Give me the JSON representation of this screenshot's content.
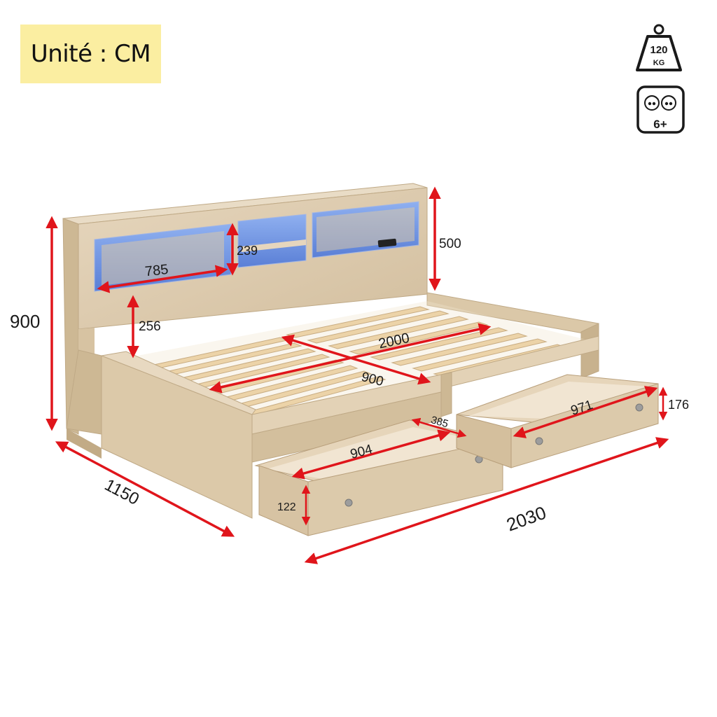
{
  "unit_label": "Unité : CM",
  "badges": {
    "weight_value": "120",
    "weight_unit": "KG",
    "age": "6+",
    "weight_icon": "weight-icon",
    "children_icon": "children-icon"
  },
  "dimensions": {
    "overall_height": "900",
    "overall_depth": "1150",
    "overall_length": "2030",
    "headboard_height": "500",
    "shelf_width": "785",
    "shelf_height": "239",
    "shelf_to_mattress": "256",
    "mattress_length": "2000",
    "mattress_width": "900",
    "drawer_length": "904",
    "drawer_depth": "385",
    "drawer_height": "122",
    "drawer2_length": "971",
    "drawer2_height": "176"
  },
  "colors": {
    "arrow": "#e0151b",
    "wood_light": "#e3d2b8",
    "wood_mid": "#d1bc9c",
    "wood_dark": "#b9a282",
    "led_blue": "#6f95e0",
    "highlight": "#fbeea1"
  }
}
